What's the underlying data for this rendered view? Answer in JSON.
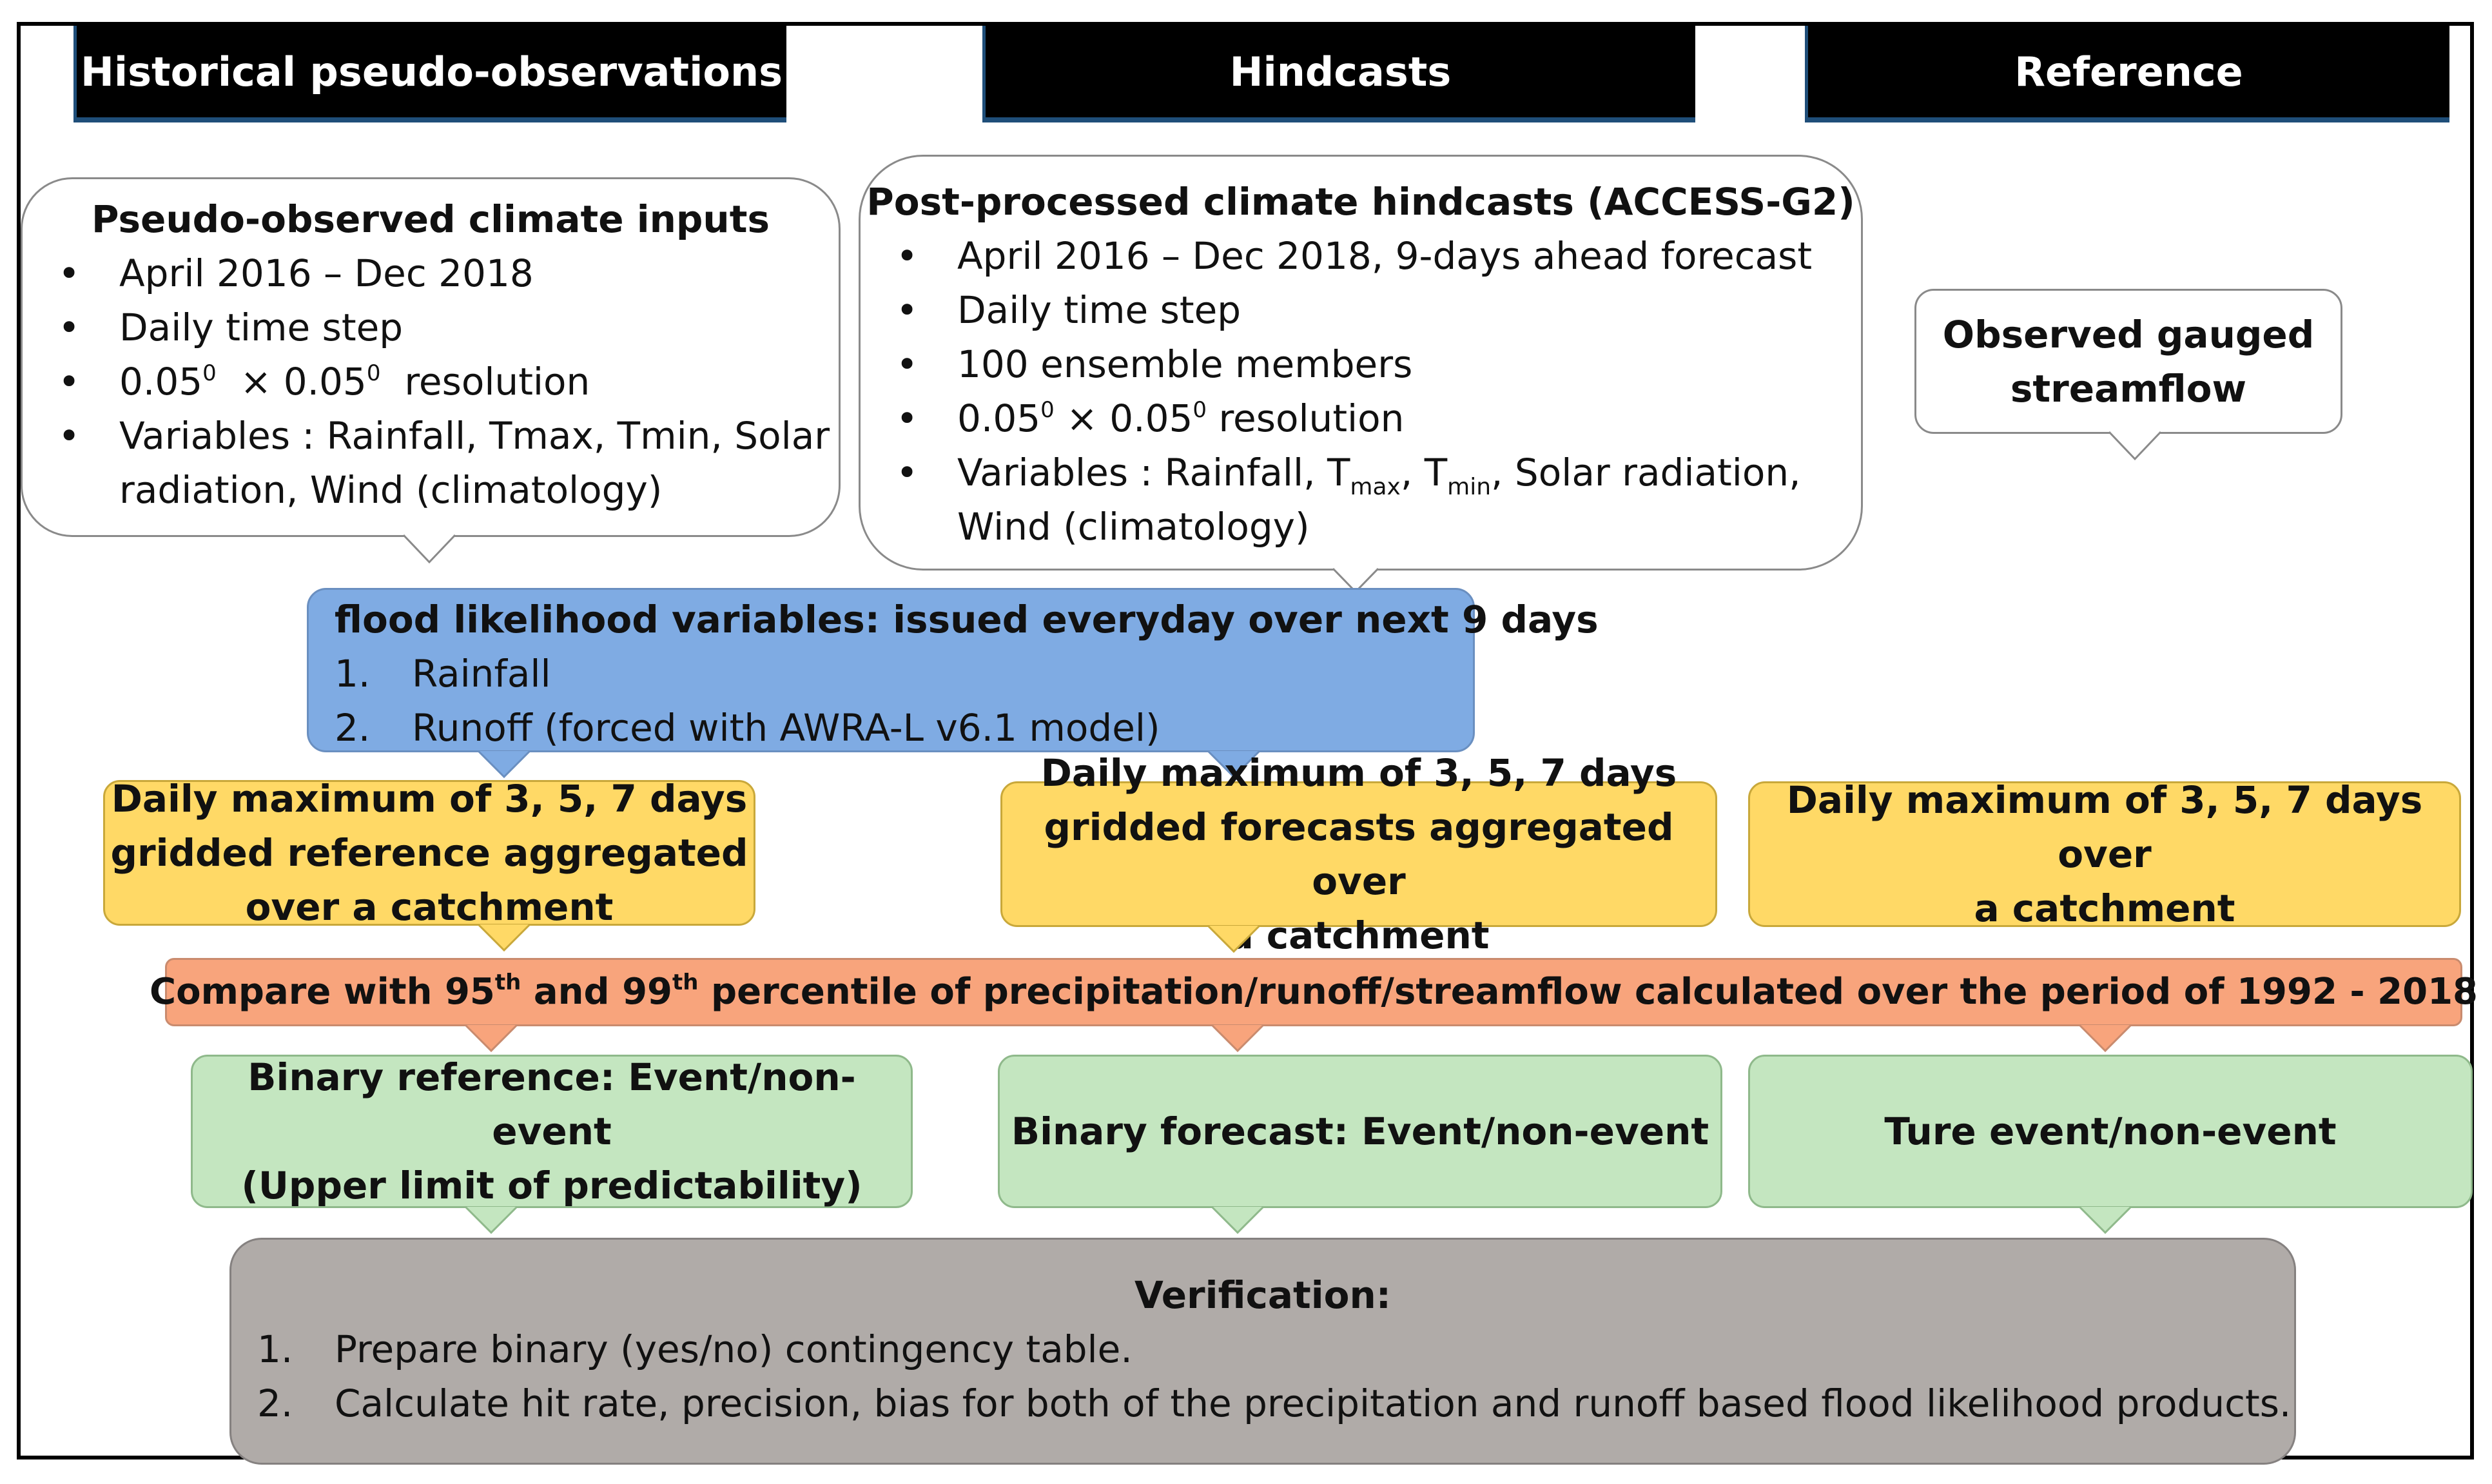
{
  "headers": {
    "historical": "Historical pseudo-observations",
    "hindcasts": "Hindcasts",
    "reference": "Reference"
  },
  "pseudo_obs": {
    "title": "Pseudo-observed climate inputs",
    "items": [
      "April 2016 – Dec 2018",
      "Daily time step"
    ],
    "resolution": {
      "num": "0.05",
      "sup": "0",
      "times": "× 0.05",
      "sup2": "0",
      "suffix": "resolution"
    },
    "variables_line1": "Variables : Rainfall, Tmax, Tmin, Solar",
    "variables_line2": "radiation, Wind (climatology)"
  },
  "hindcasts_box": {
    "title": "Post-processed climate hindcasts (ACCESS-G2)",
    "items": [
      "April 2016 – Dec 2018, 9-days ahead forecast",
      "Daily time step",
      "100 ensemble  members"
    ],
    "resolution": {
      "num": "0.05",
      "sup": "0",
      "times": "× 0.05",
      "sup2": "0",
      "suffix": "resolution"
    },
    "variables_prefix": "Variables : Rainfall, T",
    "tmax_sub": "max",
    "tmin_sep": ", T",
    "tmin_sub": "min",
    "variables_suffix": ", Solar radiation,",
    "variables_line2": "Wind (climatology)"
  },
  "observed": {
    "line1": "Observed gauged",
    "line2": "streamflow"
  },
  "flood_vars": {
    "title": "flood likelihood variables: issued everyday over next 9 days",
    "items": [
      {
        "n": "1.",
        "text": "Rainfall"
      },
      {
        "n": "2.",
        "text": "Runoff (forced with AWRA-L v6.1 model)"
      }
    ]
  },
  "daily_max": {
    "left": [
      "Daily maximum of 3, 5, 7 days",
      "gridded reference aggregated",
      "over a catchment"
    ],
    "mid": [
      "Daily maximum of 3, 5, 7 days",
      "gridded forecasts aggregated over",
      "a catchment"
    ],
    "right": [
      "Daily maximum of 3, 5, 7 days over",
      "a catchment"
    ]
  },
  "compare": {
    "prefix": "Compare with 95",
    "sup1": "th",
    "middle": " and 99",
    "sup2": "th",
    "suffix": " percentile of precipitation/runoff/streamflow calculated over the period of 1992 - 2018"
  },
  "binary": {
    "left": [
      "Binary reference: Event/non-event",
      "(Upper limit of predictability)"
    ],
    "mid": "Binary forecast: Event/non-event",
    "right": "Ture event/non-event"
  },
  "verification": {
    "title": "Verification:",
    "items": [
      {
        "n": "1.",
        "text": "Prepare binary (yes/no) contingency table."
      },
      {
        "n": "2.",
        "text": "Calculate hit rate, precision, bias for both of the precipitation and runoff based flood likelihood products."
      }
    ]
  }
}
